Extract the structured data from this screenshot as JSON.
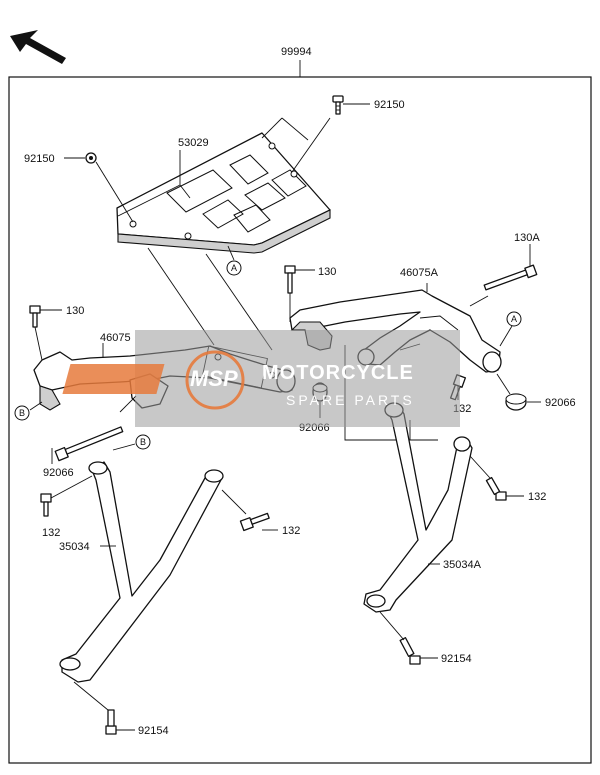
{
  "diagram": {
    "assembly_part": "99994",
    "parts": [
      {
        "id": "p92150a",
        "number": "92150"
      },
      {
        "id": "p92150b",
        "number": "92150"
      },
      {
        "id": "p53029",
        "number": "53029"
      },
      {
        "id": "p130a_top",
        "number": "130A"
      },
      {
        "id": "p130_top",
        "number": "130"
      },
      {
        "id": "p46075A",
        "number": "46075A"
      },
      {
        "id": "p130_left",
        "number": "130"
      },
      {
        "id": "p46075",
        "number": "46075"
      },
      {
        "id": "p132_mid",
        "number": "132"
      },
      {
        "id": "p92066_right",
        "number": "92066"
      },
      {
        "id": "p92066_mid",
        "number": "92066"
      },
      {
        "id": "p130a_left",
        "number": "130A"
      },
      {
        "id": "p132_right",
        "number": "132"
      },
      {
        "id": "p132_left",
        "number": "132"
      },
      {
        "id": "p132_center",
        "number": "132"
      },
      {
        "id": "p35034",
        "number": "35034"
      },
      {
        "id": "p35034A",
        "number": "35034A"
      },
      {
        "id": "p92154_right",
        "number": "92154"
      },
      {
        "id": "p92154_bottom",
        "number": "92154"
      }
    ],
    "reference_marks": {
      "a": "A",
      "b": "B"
    },
    "watermark": {
      "logo": "MSP",
      "line1": "MOTORCYCLE",
      "line2": "SPARE PARTS"
    }
  }
}
